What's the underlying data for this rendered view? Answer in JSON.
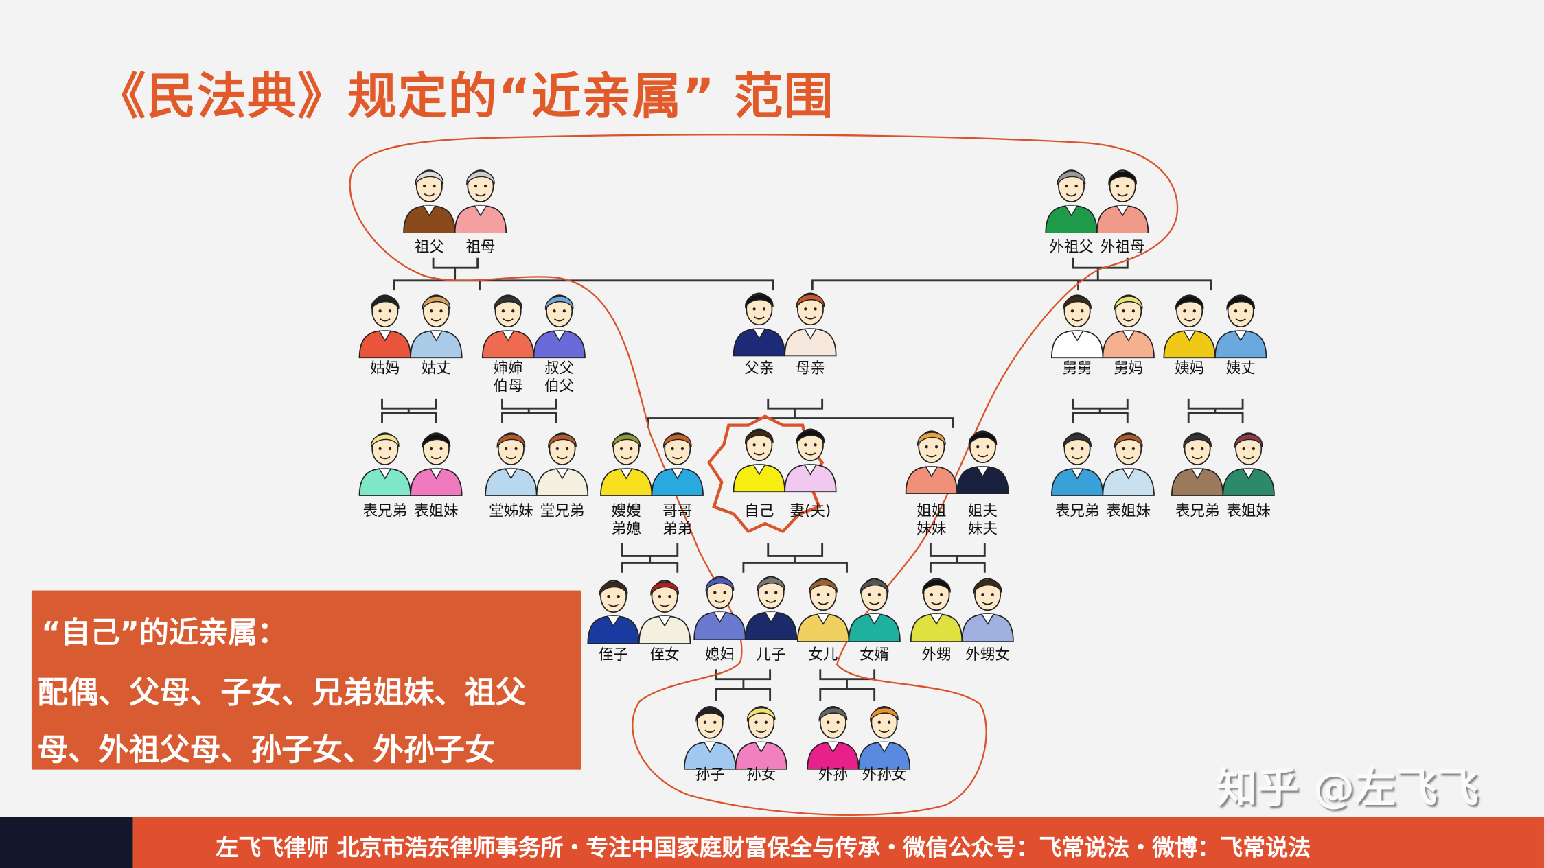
{
  "title": "《民法典》规定的“近亲属” 范围",
  "colors": {
    "accent": "#e05a2a",
    "box": "#d95b32",
    "footer": "#e04f2e",
    "footer_dark": "#14172b",
    "curve": "#d9532b"
  },
  "tree": {
    "groups": [
      {
        "id": "grandparents-paternal",
        "people": [
          {
            "label": "祖父",
            "shirt": "#8a4a1c",
            "hair": "#dddddd"
          },
          {
            "label": "祖母",
            "shirt": "#f4a0a0",
            "hair": "#cccccc"
          }
        ]
      },
      {
        "id": "grandparents-maternal",
        "people": [
          {
            "label": "外祖父",
            "shirt": "#1f9a4a",
            "hair": "#999999"
          },
          {
            "label": "外祖母",
            "shirt": "#f29a8a",
            "hair": "#111111"
          }
        ]
      },
      {
        "id": "paternal-aunt",
        "people": [
          {
            "label": "姑妈",
            "shirt": "#e8553a",
            "hair": "#222222"
          },
          {
            "label": "姑丈",
            "shirt": "#a9cbe8",
            "hair": "#d9a05a"
          }
        ]
      },
      {
        "id": "paternal-uncle",
        "people": [
          {
            "label": "婶婶\n伯母",
            "shirt": "#ee6a50",
            "hair": "#333333"
          },
          {
            "label": "叔父\n伯父",
            "shirt": "#6a6ad8",
            "hair": "#6fa4d8"
          }
        ]
      },
      {
        "id": "parents",
        "people": [
          {
            "label": "父亲",
            "shirt": "#1c2a78",
            "hair": "#111111"
          },
          {
            "label": "母亲",
            "shirt": "#f6e8dc",
            "hair": "#c8582a"
          }
        ]
      },
      {
        "id": "maternal-uncle",
        "people": [
          {
            "label": "舅舅",
            "shirt": "#ffffff",
            "hair": "#3a2a1a"
          },
          {
            "label": "舅妈",
            "shirt": "#f5b090",
            "hair": "#e8e070"
          }
        ]
      },
      {
        "id": "maternal-aunt",
        "people": [
          {
            "label": "姨妈",
            "shirt": "#f0c818",
            "hair": "#111111"
          },
          {
            "label": "姨丈",
            "shirt": "#6aa8e0",
            "hair": "#111111"
          }
        ]
      },
      {
        "id": "cousins-paternal-aunt",
        "people": [
          {
            "label": "表兄弟",
            "shirt": "#7ee8c8",
            "hair": "#f2e28a"
          },
          {
            "label": "表姐妹",
            "shirt": "#f07ac0",
            "hair": "#111111"
          }
        ]
      },
      {
        "id": "cousins-paternal-uncle",
        "people": [
          {
            "label": "堂姊妹",
            "shirt": "#b8d8f0",
            "hair": "#b05a2a"
          },
          {
            "label": "堂兄弟",
            "shirt": "#f4f0e0",
            "hair": "#b05a2a"
          }
        ]
      },
      {
        "id": "brothers",
        "people": [
          {
            "label": "嫂嫂\n弟媳",
            "shirt": "#f6e020",
            "hair": "#8a9a3a"
          },
          {
            "label": "哥哥\n弟弟",
            "shirt": "#2aa8e0",
            "hair": "#c8602a"
          }
        ]
      },
      {
        "id": "self",
        "people": [
          {
            "label": "自己",
            "shirt": "#f6ee10",
            "hair": "#3a2a10"
          },
          {
            "label": "妻(夫)",
            "shirt": "#f0c8f0",
            "hair": "#111111"
          }
        ]
      },
      {
        "id": "sisters",
        "people": [
          {
            "label": "姐姐\n妹妹",
            "shirt": "#f0907a",
            "hair": "#e8a040"
          },
          {
            "label": "姐夫\n妹夫",
            "shirt": "#1a2040",
            "hair": "#111111"
          }
        ]
      },
      {
        "id": "cousins-maternal-uncle",
        "people": [
          {
            "label": "表兄弟",
            "shirt": "#3aa0d8",
            "hair": "#333333"
          },
          {
            "label": "表姐妹",
            "shirt": "#c8e0f0",
            "hair": "#b05a2a"
          }
        ]
      },
      {
        "id": "cousins-maternal-aunt",
        "people": [
          {
            "label": "表兄弟",
            "shirt": "#9a7a5a",
            "hair": "#333333"
          },
          {
            "label": "表姐妹",
            "shirt": "#2a8a6a",
            "hair": "#8a3a4a"
          }
        ]
      },
      {
        "id": "nephews",
        "people": [
          {
            "label": "侄子",
            "shirt": "#1a3aa0",
            "hair": "#3a2a1a"
          },
          {
            "label": "侄女",
            "shirt": "#f4f0e0",
            "hair": "#b02020"
          }
        ]
      },
      {
        "id": "son",
        "people": [
          {
            "label": "媳妇",
            "shirt": "#6a7ad0",
            "hair": "#4a5ac0"
          },
          {
            "label": "儿子",
            "shirt": "#1a2a6a",
            "hair": "#777777"
          }
        ]
      },
      {
        "id": "daughter",
        "people": [
          {
            "label": "女儿",
            "shirt": "#f0d060",
            "hair": "#a0602a"
          },
          {
            "label": "女婿",
            "shirt": "#20b0a0",
            "hair": "#555555"
          }
        ]
      },
      {
        "id": "sister-children",
        "people": [
          {
            "label": "外甥",
            "shirt": "#e0e040",
            "hair": "#111111"
          },
          {
            "label": "外甥女",
            "shirt": "#a0b0e0",
            "hair": "#3a2a1a"
          }
        ]
      },
      {
        "id": "grandchildren",
        "people": [
          {
            "label": "孙子",
            "shirt": "#a0c8f0",
            "hair": "#222222"
          },
          {
            "label": "孙女",
            "shirt": "#f080c0",
            "hair": "#f2e070"
          }
        ]
      },
      {
        "id": "daughter-grandchildren",
        "people": [
          {
            "label": "外孙",
            "shirt": "#e8208a",
            "hair": "#666666"
          },
          {
            "label": "外孙女",
            "shirt": "#5a8ae0",
            "hair": "#f0902a"
          }
        ]
      }
    ]
  },
  "summary": {
    "heading": "“自己”的近亲属：",
    "line1": "配偶、父母、子女、兄弟姐妹、祖父",
    "line2": "母、外祖父母、孙子女、外孙子女"
  },
  "footer": "左飞飞律师 北京市浩东律师事务所・专注中国家庭财富保全与传承・微信公众号：飞常说法・微博：飞常说法",
  "watermark": "知乎 @左飞飞"
}
